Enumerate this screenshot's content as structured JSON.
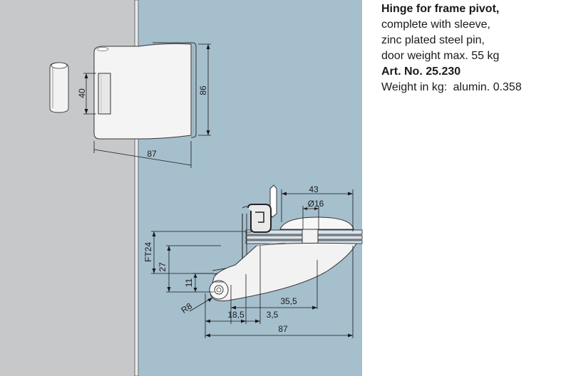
{
  "description": {
    "title": "Hinge for frame pivot,",
    "line1": "complete with sleeve,",
    "line2": "zinc plated steel pin,",
    "line3": "door weight max. 55 kg",
    "art_no": "Art. No. 25.230",
    "weight_label": "Weight in kg:",
    "weight_material": "alumin.",
    "weight_value": "0.358"
  },
  "dimensions": {
    "height_40": "40",
    "height_86": "86",
    "width_87_front": "87",
    "width_43": "43",
    "diameter_16": "Ø16",
    "ft24": "FT24",
    "dim_27": "27",
    "dim_11": "11",
    "radius_r8": "R8",
    "dim_35_5": "35,5",
    "dim_18_5": "18,5",
    "dim_3_5": "3,5",
    "width_87_plan": "87"
  },
  "colors": {
    "wall": "#c7c8ca",
    "glass": "#a5bfcd",
    "frame": "#e6e7e8",
    "line": "#1a1a1a"
  }
}
